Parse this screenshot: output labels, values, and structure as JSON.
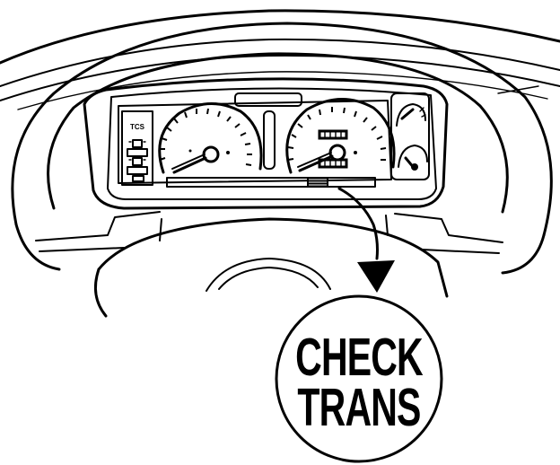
{
  "callout": {
    "line1": "CHECK",
    "line2": "TRANS"
  },
  "indicator_panel": {
    "label": "TCS"
  },
  "icons": {
    "warning_lamp": "warning-lamp-icon",
    "arrow": "curved-arrow-icon",
    "fuel_gauge": "fuel-gauge-icon",
    "temp_gauge": "temperature-gauge-icon"
  }
}
